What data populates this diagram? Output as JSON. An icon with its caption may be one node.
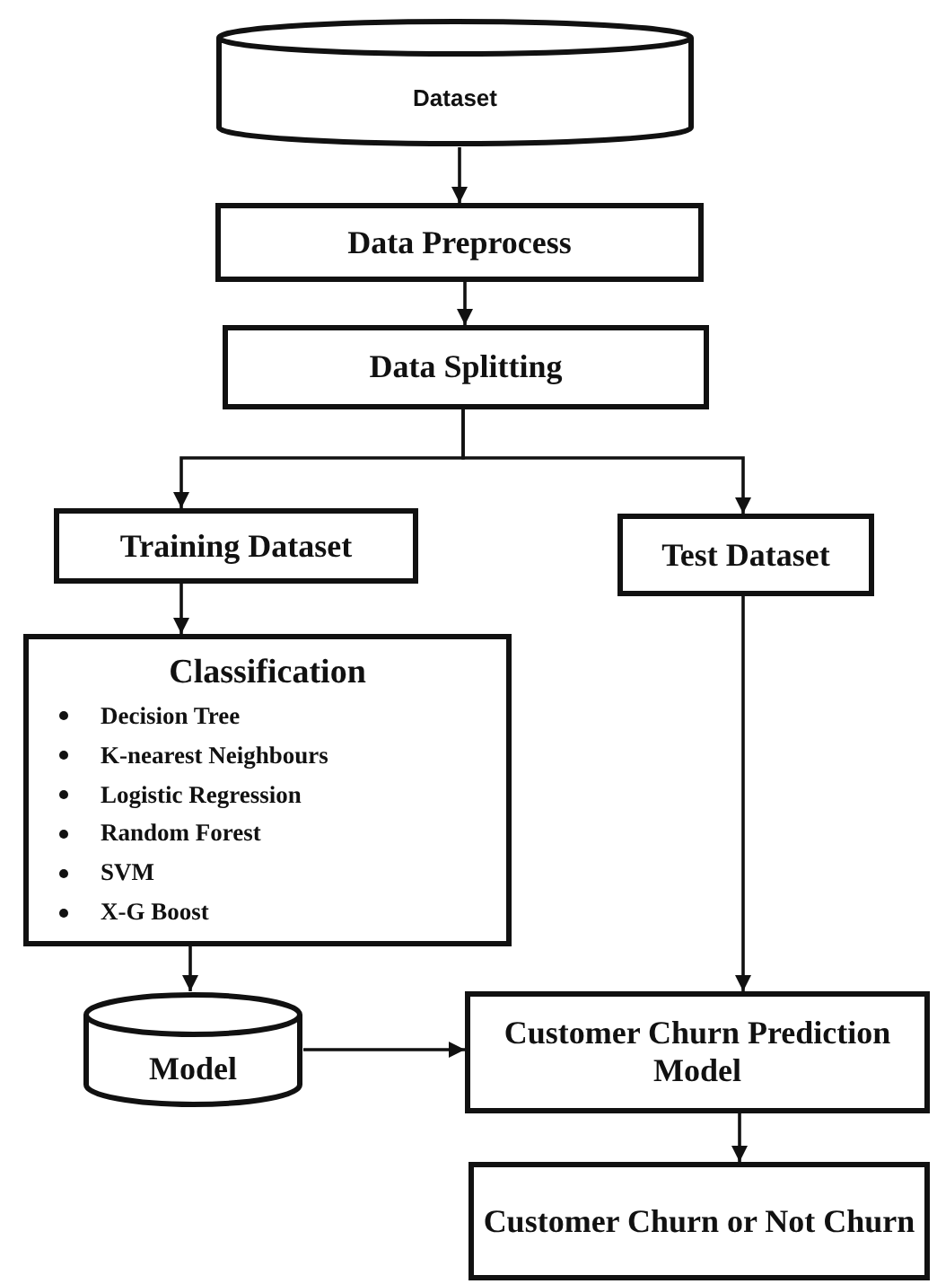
{
  "diagram": {
    "nodes": [
      {
        "text": [
          "Dataset"
        ]
      },
      {
        "text": [
          "Data Preprocess"
        ]
      },
      {
        "text": [
          "Data Splitting"
        ]
      },
      {
        "text": [
          "Training Dataset"
        ]
      },
      {
        "text": [
          "Test Dataset"
        ]
      },
      {
        "text": [
          "Classification",
          "Decision Tree",
          "K-nearest Neighbours",
          "Logistic Regression",
          "Random Forest",
          "SVM",
          "X-G Boost"
        ]
      },
      {
        "text": [
          "Model"
        ]
      },
      {
        "text": [
          "Customer Churn Prediction Model"
        ]
      },
      {
        "text": [
          "Customer Churn or Not Churn"
        ]
      }
    ],
    "edges": [
      {
        "from": 0,
        "to": 1,
        "arrow": "to"
      },
      {
        "from": 1,
        "to": 2,
        "arrow": "to"
      },
      {
        "from": 2,
        "to": 3,
        "arrow": "to"
      },
      {
        "from": 2,
        "to": 4,
        "arrow": "to"
      },
      {
        "from": 3,
        "to": 5,
        "arrow": "to"
      },
      {
        "from": 5,
        "to": 6,
        "arrow": "to"
      },
      {
        "from": 6,
        "to": 7,
        "arrow": "to"
      },
      {
        "from": 4,
        "to": 7,
        "arrow": "to"
      },
      {
        "from": 7,
        "to": 8,
        "arrow": "to"
      }
    ]
  }
}
